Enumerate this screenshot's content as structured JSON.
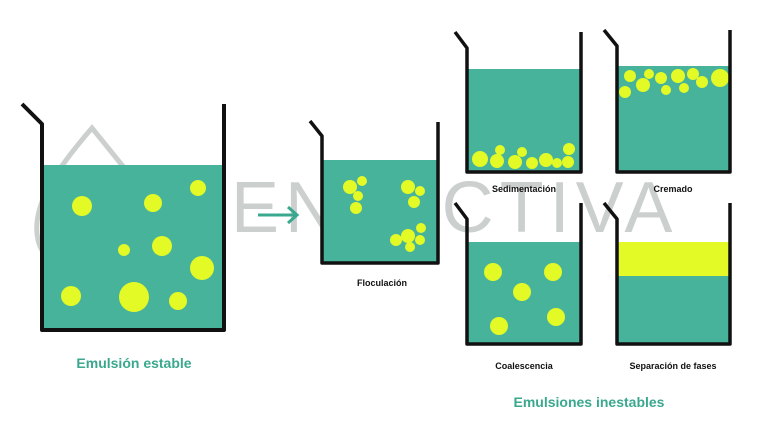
{
  "colors": {
    "liquid": "#47b39b",
    "droplet": "#e3fa26",
    "outline": "#111111",
    "title": "#3aa88f",
    "label": "#111111",
    "watermark": "#6c7a78",
    "arrow": "#3aa88f"
  },
  "watermark": {
    "text": "MENTACTIVA",
    "icon": "leaf-drop-icon"
  },
  "stable": {
    "caption": "Emulsión estable"
  },
  "unstable": {
    "caption": "Emulsiones inestables",
    "labels": {
      "floculacion": "Floculación",
      "sedimentacion": "Sedimentación",
      "cremado": "Cremado",
      "coalescencia": "Coalescencia",
      "separacion": "Separación de fases"
    }
  },
  "arrow_icon": "right-arrow-icon"
}
